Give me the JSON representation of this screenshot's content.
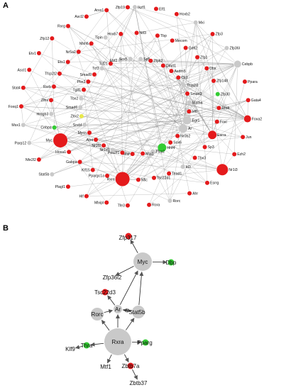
{
  "panels": [
    {
      "letter": "A"
    },
    {
      "letter": "B"
    }
  ],
  "colors": {
    "red": "#e41a1c",
    "green": "#33cc33",
    "grey": "#c9c9c9",
    "edge": "#8c8c8c",
    "text": "#111111"
  },
  "panel_b": {
    "nodes": [
      {
        "id": "Rxra",
        "color": "grey"
      },
      {
        "id": "Myc",
        "color": "grey"
      },
      {
        "id": "Stat5b",
        "color": "grey"
      },
      {
        "id": "Rorc",
        "color": "grey"
      },
      {
        "id": "Ar",
        "color": "grey"
      },
      {
        "id": "Zfp317",
        "color": "red"
      },
      {
        "id": "Dbp",
        "color": "green"
      },
      {
        "id": "Zfp36l2",
        "color": "grey"
      },
      {
        "id": "Tsc22d3",
        "color": "red"
      },
      {
        "id": "Thra",
        "color": "green"
      },
      {
        "id": "Klf9",
        "color": "grey"
      },
      {
        "id": "Mtf1",
        "color": "grey"
      },
      {
        "id": "Zbtb7a",
        "color": "red"
      },
      {
        "id": "Zbtb37",
        "color": "grey"
      },
      {
        "id": "Pparg",
        "color": "green"
      }
    ]
  },
  "panel_a": {
    "nodes": [
      {
        "id": "Ikzf1",
        "color": "grey"
      },
      {
        "id": "Tbp",
        "color": "red"
      },
      {
        "id": "Dmrt1",
        "color": "red"
      },
      {
        "id": "Elf1",
        "color": "red"
      },
      {
        "id": "Mecom",
        "color": "red"
      },
      {
        "id": "Asdm5",
        "color": "red"
      },
      {
        "id": "Hoxb2",
        "color": "red"
      },
      {
        "id": "Grhl2",
        "color": "red"
      },
      {
        "id": "Ctcf",
        "color": "red"
      },
      {
        "id": "Mxi",
        "color": "grey"
      },
      {
        "id": "Zfp1",
        "color": "red"
      },
      {
        "id": "Tfcp2l1",
        "color": "grey"
      },
      {
        "id": "Zfp3",
        "color": "red"
      },
      {
        "id": "Dbx",
        "color": "red"
      },
      {
        "id": "Smad3",
        "color": "red"
      },
      {
        "id": "Zfp36l",
        "color": "grey"
      },
      {
        "id": "Zfp148",
        "color": "red"
      },
      {
        "id": "Stat5a",
        "color": "grey"
      },
      {
        "id": "Cebpb",
        "color": "grey"
      },
      {
        "id": "Zfp30",
        "color": "green"
      },
      {
        "id": "Irf6",
        "color": "red"
      },
      {
        "id": "Ppara",
        "color": "red"
      },
      {
        "id": "Rfx4",
        "color": "red"
      },
      {
        "id": "Egr1",
        "color": "grey"
      },
      {
        "id": "Gata4",
        "color": "red"
      },
      {
        "id": "Foxi",
        "color": "red"
      },
      {
        "id": "Ar",
        "color": "grey"
      },
      {
        "id": "Foxa2",
        "color": "red"
      },
      {
        "id": "Esrra",
        "color": "red"
      },
      {
        "id": "Nr0b2",
        "color": "red"
      },
      {
        "id": "Jun",
        "color": "red"
      },
      {
        "id": "Sp3",
        "color": "red"
      },
      {
        "id": "Sox6",
        "color": "red"
      },
      {
        "id": "Ezh2",
        "color": "red"
      },
      {
        "id": "Tbx3",
        "color": "red"
      },
      {
        "id": "Hnf4",
        "color": "green"
      },
      {
        "id": "Nr1i3",
        "color": "red"
      },
      {
        "id": "Id3",
        "color": "grey"
      },
      {
        "id": "Tfcp2",
        "color": "grey"
      },
      {
        "id": "Esrrg",
        "color": "red"
      },
      {
        "id": "Tead1",
        "color": "red"
      },
      {
        "id": "Mta1",
        "color": "red"
      },
      {
        "id": "Ahr",
        "color": "red"
      },
      {
        "id": "Tsc22d1",
        "color": "red"
      },
      {
        "id": "Maf",
        "color": "red"
      },
      {
        "id": "Rorc",
        "color": "grey"
      },
      {
        "id": "Nfic",
        "color": "red"
      },
      {
        "id": "Pou2f1",
        "color": "red"
      },
      {
        "id": "Rora",
        "color": "red"
      },
      {
        "id": "Rxra",
        "color": "red"
      },
      {
        "id": "Nr1d1",
        "color": "grey"
      },
      {
        "id": "Tfe3",
        "color": "red"
      },
      {
        "id": "Ppargc1a",
        "color": "red"
      },
      {
        "id": "Nr2f2",
        "color": "red"
      },
      {
        "id": "Mlxipl",
        "color": "red"
      },
      {
        "id": "Klf15",
        "color": "red"
      },
      {
        "id": "Arnt",
        "color": "red"
      },
      {
        "id": "Hlf",
        "color": "red"
      },
      {
        "id": "Gabpa",
        "color": "red"
      },
      {
        "id": "Mycn",
        "color": "red"
      },
      {
        "id": "Plagl1",
        "color": "red"
      },
      {
        "id": "Hoxa1",
        "color": "red"
      },
      {
        "id": "Srebf",
        "color": "grey"
      },
      {
        "id": "Stat5b",
        "color": "grey"
      },
      {
        "id": "Myc",
        "color": "red"
      },
      {
        "id": "Zhx2",
        "color": "yellow"
      },
      {
        "id": "Nfe2l2",
        "color": "red"
      },
      {
        "id": "Cebpa",
        "color": "green"
      },
      {
        "id": "Smad6",
        "color": "grey"
      },
      {
        "id": "Parp12",
        "color": "grey"
      },
      {
        "id": "Hmgb3",
        "color": "grey"
      },
      {
        "id": "Tbx2",
        "color": "grey"
      },
      {
        "id": "Msx1",
        "color": "grey"
      },
      {
        "id": "Zfhx",
        "color": "red"
      },
      {
        "id": "Tgif1",
        "color": "red"
      },
      {
        "id": "Foxq1",
        "color": "red"
      },
      {
        "id": "Rxrb",
        "color": "red"
      },
      {
        "id": "Pbx3",
        "color": "red"
      },
      {
        "id": "Stat4",
        "color": "red"
      },
      {
        "id": "Tfcp2l2",
        "color": "red"
      },
      {
        "id": "Smad9",
        "color": "red"
      },
      {
        "id": "Ascl1",
        "color": "red"
      },
      {
        "id": "Ets1",
        "color": "red"
      },
      {
        "id": "Tcf3",
        "color": "grey"
      },
      {
        "id": "Etv1",
        "color": "red"
      },
      {
        "id": "Nr5a2",
        "color": "red"
      },
      {
        "id": "Tcf21",
        "color": "red"
      },
      {
        "id": "Zfp12",
        "color": "red"
      },
      {
        "id": "Msh6",
        "color": "red"
      },
      {
        "id": "Ebf2",
        "color": "grey"
      },
      {
        "id": "Rxrg",
        "color": "red"
      },
      {
        "id": "Tipin",
        "color": "grey"
      },
      {
        "id": "Sox5",
        "color": "grey"
      },
      {
        "id": "Ascl2",
        "color": "red"
      },
      {
        "id": "Hoxb7",
        "color": "red"
      },
      {
        "id": "Sp5",
        "color": "grey"
      },
      {
        "id": "Arxs1",
        "color": "red"
      },
      {
        "id": "Ntf3",
        "color": "red"
      },
      {
        "id": "Zfp62",
        "color": "red"
      },
      {
        "id": "Zfp19",
        "color": "red"
      }
    ]
  }
}
